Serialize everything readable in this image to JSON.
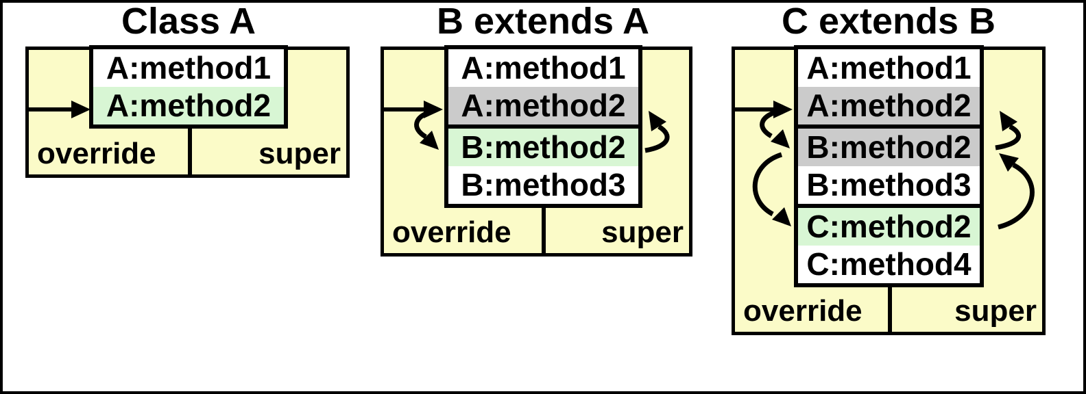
{
  "colors": {
    "panel_background": "#FBFBC8",
    "row_active_green": "#D8F6D4",
    "row_overridden_gray": "#CBCBCB",
    "row_normal_white": "#FFFFFF",
    "ink": "#000000"
  },
  "panels": [
    {
      "title": "Class A",
      "method_rows": [
        {
          "label": "A:method1",
          "state": "normal"
        },
        {
          "label": "A:method2",
          "state": "active"
        }
      ],
      "override_label": "override",
      "super_label": "super",
      "arrows": [
        {
          "kind": "dispatch",
          "to": "A:method2"
        }
      ]
    },
    {
      "title": "B extends A",
      "method_rows": [
        {
          "label": "A:method1",
          "state": "normal"
        },
        {
          "label": "A:method2",
          "state": "overridden"
        },
        {
          "label": "B:method2",
          "state": "active"
        },
        {
          "label": "B:method3",
          "state": "normal"
        }
      ],
      "override_label": "override",
      "super_label": "super",
      "arrows": [
        {
          "kind": "dispatch",
          "to": "A:method2"
        },
        {
          "kind": "override",
          "from": "A:method2",
          "to": "B:method2",
          "side": "left"
        },
        {
          "kind": "super",
          "from": "B:method2",
          "to": "A:method2",
          "side": "right"
        }
      ]
    },
    {
      "title": "C extends B",
      "method_rows": [
        {
          "label": "A:method1",
          "state": "normal"
        },
        {
          "label": "A:method2",
          "state": "overridden"
        },
        {
          "label": "B:method2",
          "state": "overridden"
        },
        {
          "label": "B:method3",
          "state": "normal"
        },
        {
          "label": "C:method2",
          "state": "active"
        },
        {
          "label": "C:method4",
          "state": "normal"
        }
      ],
      "override_label": "override",
      "super_label": "super",
      "arrows": [
        {
          "kind": "dispatch",
          "to": "A:method2"
        },
        {
          "kind": "override",
          "from": "A:method2",
          "to": "B:method2",
          "side": "left"
        },
        {
          "kind": "override",
          "from": "B:method2",
          "to": "C:method2",
          "side": "left"
        },
        {
          "kind": "super",
          "from": "B:method2",
          "to": "A:method2",
          "side": "right"
        },
        {
          "kind": "super",
          "from": "C:method2",
          "to": "B:method2",
          "side": "right"
        }
      ]
    }
  ]
}
